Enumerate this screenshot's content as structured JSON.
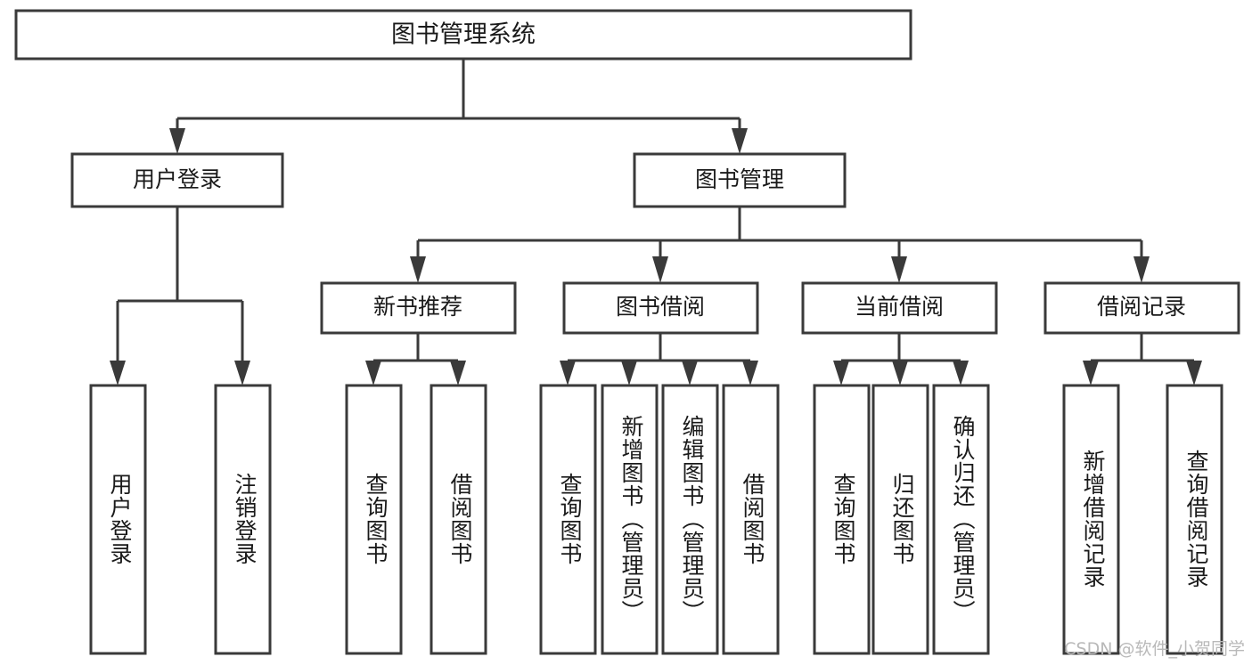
{
  "diagram": {
    "type": "tree-hierarchy",
    "title": "图书管理系统",
    "watermark": "CSDN @软件_小贺同学",
    "colors": {
      "box_stroke": "#3a3a3a",
      "box_fill": "#ffffff",
      "text": "#1a1a1a",
      "background": "#ffffff",
      "watermark": "#b9b9b9"
    },
    "root": {
      "id": "root",
      "label": "图书管理系统"
    },
    "level2": [
      {
        "id": "user-login",
        "label": "用户登录"
      },
      {
        "id": "book-manage",
        "label": "图书管理"
      }
    ],
    "level3": [
      {
        "id": "new-book-recommend",
        "label": "新书推荐",
        "parent": "book-manage"
      },
      {
        "id": "book-borrow",
        "label": "图书借阅",
        "parent": "book-manage"
      },
      {
        "id": "current-borrow",
        "label": "当前借阅",
        "parent": "book-manage"
      },
      {
        "id": "borrow-record",
        "label": "借阅记录",
        "parent": "book-manage"
      }
    ],
    "leaves": [
      {
        "id": "leaf-user-login",
        "label": "用户登录",
        "parent": "user-login"
      },
      {
        "id": "leaf-logout-login",
        "label": "注销登录",
        "parent": "user-login"
      },
      {
        "id": "leaf-query-book-1",
        "label": "查询图书",
        "parent": "new-book-recommend"
      },
      {
        "id": "leaf-borrow-book-1",
        "label": "借阅图书",
        "parent": "new-book-recommend"
      },
      {
        "id": "leaf-query-book-2",
        "label": "查询图书",
        "parent": "book-borrow"
      },
      {
        "id": "leaf-add-book",
        "label": "新增图书（管理员）",
        "parent": "book-borrow"
      },
      {
        "id": "leaf-edit-book",
        "label": "编辑图书（管理员）",
        "parent": "book-borrow"
      },
      {
        "id": "leaf-borrow-book-2",
        "label": "借阅图书",
        "parent": "book-borrow"
      },
      {
        "id": "leaf-query-book-3",
        "label": "查询图书",
        "parent": "current-borrow"
      },
      {
        "id": "leaf-return-book",
        "label": "归还图书",
        "parent": "current-borrow"
      },
      {
        "id": "leaf-confirm-return",
        "label": "确认归还（管理员）",
        "parent": "current-borrow"
      },
      {
        "id": "leaf-add-record",
        "label": "新增借阅记录",
        "parent": "borrow-record"
      },
      {
        "id": "leaf-query-record",
        "label": "查询借阅记录",
        "parent": "borrow-record"
      }
    ]
  }
}
